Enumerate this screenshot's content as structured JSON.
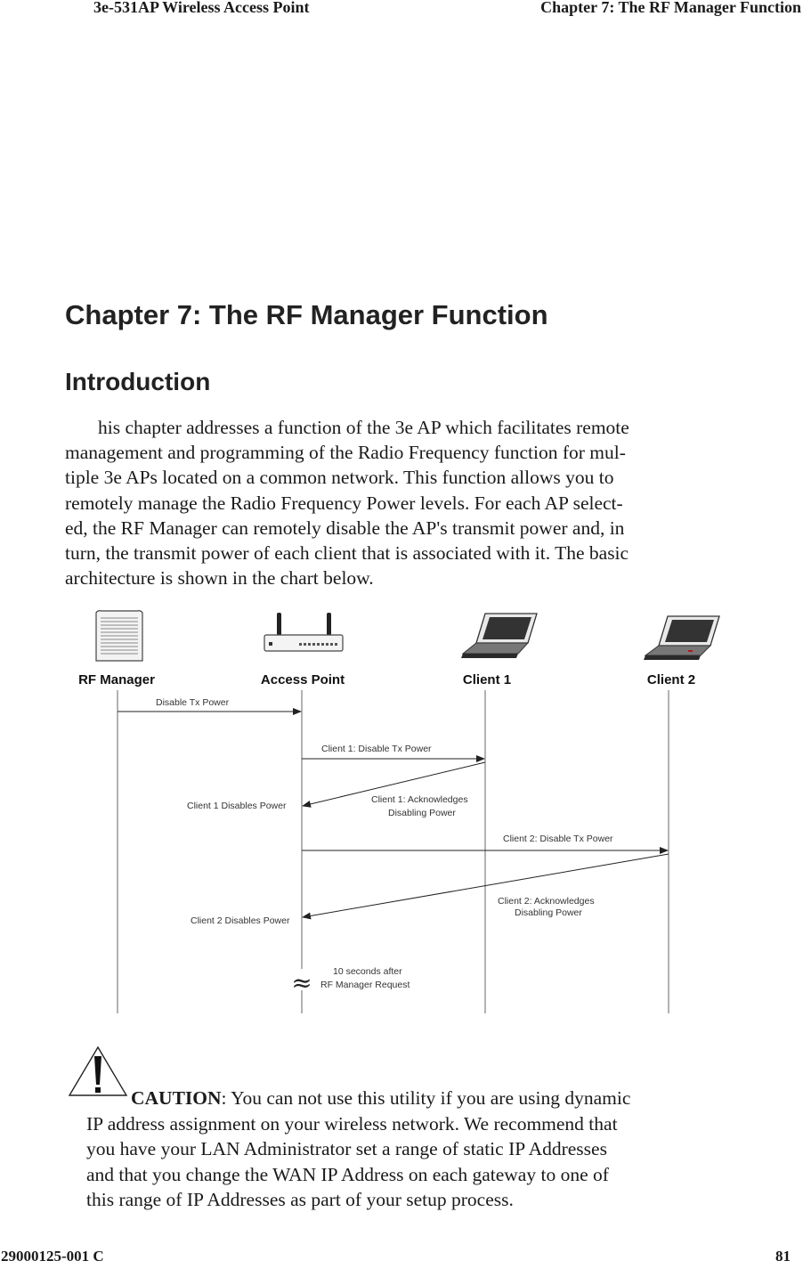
{
  "header": {
    "left": "3e-531AP Wireless Access Point",
    "right": "Chapter 7: The RF Manager Function"
  },
  "chapter_title": "Chapter 7: The RF Manager Function",
  "section_title": "Introduction",
  "intro_lines": [
    "his chapter addresses a function of the 3e AP which facilitates remote",
    "management and programming of the Radio Frequency function for mul-",
    "tiple 3e APs located on a common network. This function allows you to",
    "remotely manage the Radio Frequency Power levels. For each AP select-",
    "ed, the RF Manager can remotely disable the AP's transmit power and, in",
    "turn, the transmit power of each client that is associated with it. The basic",
    "architecture is shown in the chart below."
  ],
  "diagram": {
    "participants": [
      "RF Manager",
      "Access Point",
      "Client 1",
      "Client 2"
    ],
    "messages": [
      "Disable Tx Power",
      "Client 1: Disable Tx Power",
      "Client 1: Acknowledges",
      "Disabling Power",
      "Client 1 Disables Power",
      "Client 2: Disable Tx Power",
      "Client 2: Acknowledges",
      "Disabling Power",
      "Client 2 Disables Power",
      "10 seconds after",
      "RF Manager Request"
    ],
    "tilde_glyph": "≈",
    "icons": [
      "server-icon",
      "access-point-icon",
      "laptop-icon",
      "laptop-icon"
    ]
  },
  "caution": {
    "icon": "warning-icon",
    "label": "CAUTION",
    "lines": [
      ": You can not use this utility if you are using dynamic",
      "IP address assignment on your wireless network. We recommend that",
      "you have your LAN Administrator set a range of static IP Addresses",
      "and that you change the WAN IP Address on each gateway to one of",
      "this range of IP Addresses as part of your setup process."
    ]
  },
  "footer": {
    "left": "29000125-001 C",
    "right": "81"
  }
}
